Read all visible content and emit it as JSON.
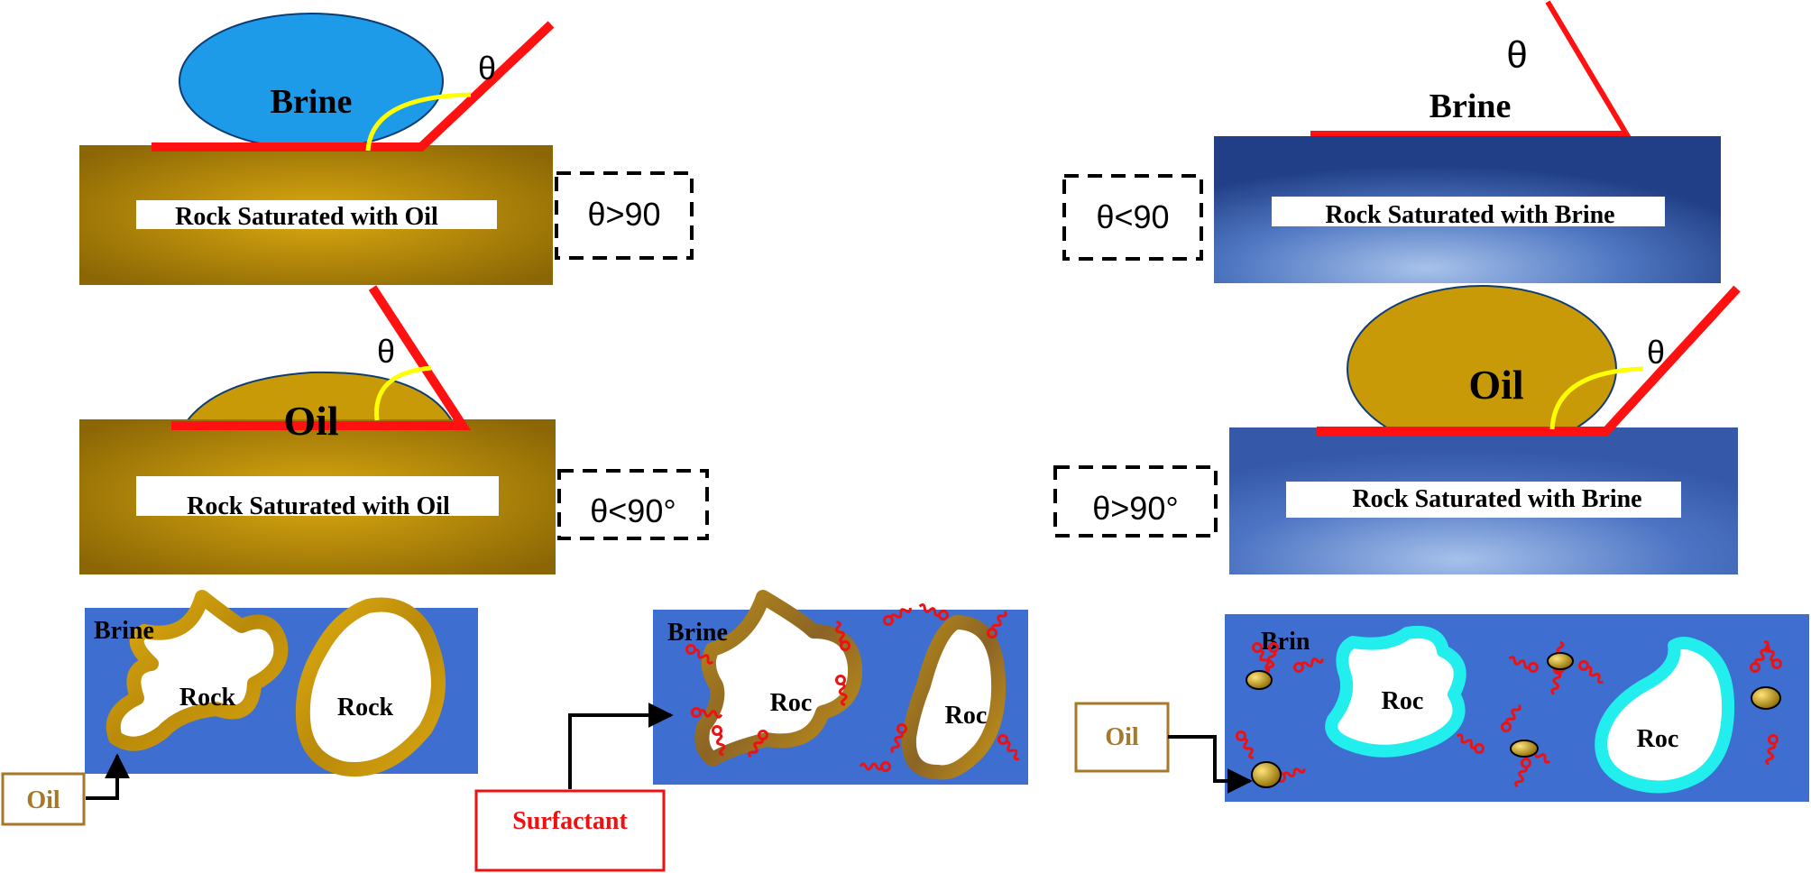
{
  "labels": {
    "brine": "Brine",
    "oil": "Oil",
    "theta": "θ",
    "rock_oil": "Rock Saturated with Oil",
    "rock_brine": "Rock Saturated with Brine",
    "rock": "Rock",
    "roc": "Roc",
    "brine_short_1": "Brine",
    "brine_short_2": "Brine",
    "brine_short_3": "Brin",
    "surfactant": "Surfactant"
  },
  "angles": {
    "p1": "θ>90",
    "p2": "θ<90",
    "p3": "θ<90°",
    "p4": "θ>90°"
  },
  "colors": {
    "brine_drop": "#1e9be8",
    "oil": "#c99a08",
    "rock_oil_center": "#d9a812",
    "rock_oil_edge": "#8a6605",
    "rock_brine_center": "#9fbbe6",
    "rock_brine_edge": "#2e4f99",
    "contact_line": "#ff1111",
    "angle_arc": "#ffff00",
    "pore_blue": "#3d6ed0",
    "water_wet_ring": "#22eeee",
    "surfactant_red": "#ee1111",
    "oil_label": "#a67828"
  }
}
